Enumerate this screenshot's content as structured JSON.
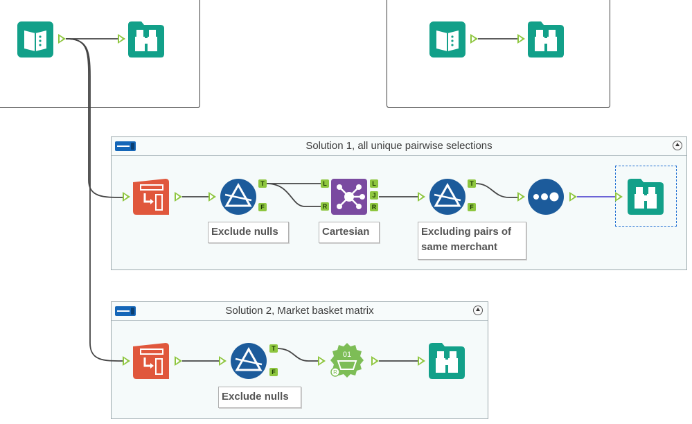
{
  "containers": [
    {
      "title": "Solution 1, all unique pairwise selections"
    },
    {
      "title": "Solution 2, Market basket matrix"
    }
  ],
  "annotations": {
    "exclude_nulls_1": "Exclude nulls",
    "cartesian": "Cartesian",
    "excluding_pairs_line1": "Excluding pairs of",
    "excluding_pairs_line2": "same merchant",
    "exclude_nulls_2": "Exclude nulls"
  },
  "anchors": {
    "true": "T",
    "false": "F",
    "left": "L",
    "right": "R",
    "join": "J"
  },
  "tools": {
    "input_1": "book-input-icon",
    "browse_1": "binoculars-browse-icon",
    "input_2": "book-input-icon",
    "browse_2": "binoculars-browse-icon",
    "transpose_1": "transpose-icon",
    "filter_1": "filter-icon",
    "join_1": "join-icon",
    "filter_2": "filter-icon",
    "tile_1": "unique-icon",
    "browse_3": "binoculars-browse-icon",
    "transpose_2": "transpose-icon",
    "filter_3": "filter-icon",
    "mb_rules": "market-basket-icon",
    "browse_4": "binoculars-browse-icon"
  },
  "colors": {
    "input_teal": "#12a089",
    "browse_teal": "#12a089",
    "transform_orange": "#e0573c",
    "filter_blue": "#1c5b9b",
    "join_purple": "#7a4aa0",
    "predictive_green": "#7dbd56",
    "anchor_green": "#8ec63f"
  }
}
